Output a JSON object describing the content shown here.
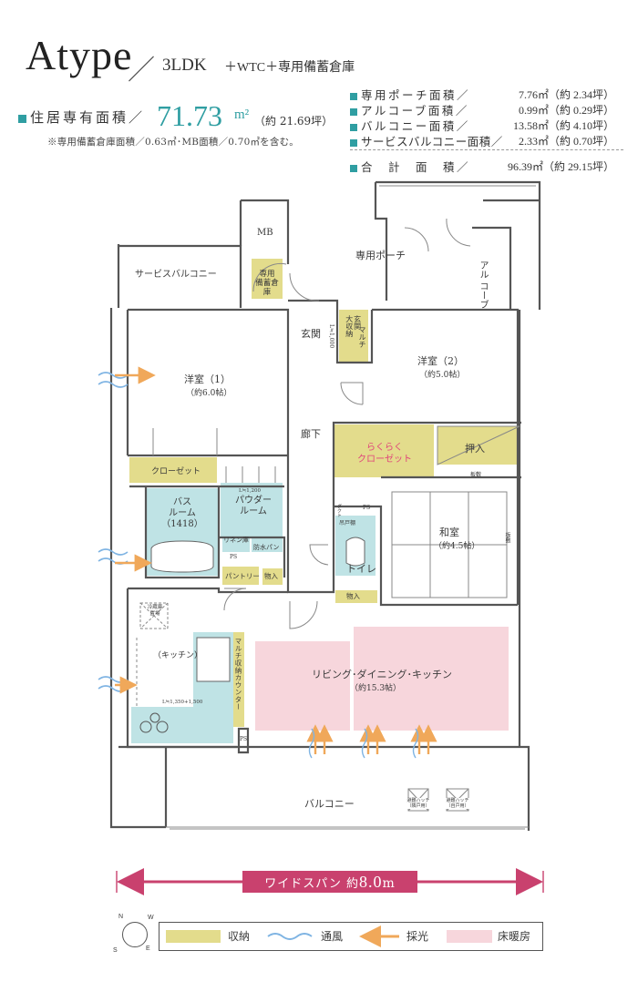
{
  "header": {
    "type_name": "Atype",
    "slash": "／",
    "plan": "3LDK",
    "plan_suffix": "＋WTC＋専用備蓄倉庫"
  },
  "main_area": {
    "label": "住居専有面積／",
    "value": "71.73",
    "unit": "m²",
    "tsubo": "（約 21.69坪）",
    "note": "※専用備蓄倉庫面積／0.63㎡･MB面積／0.70㎡を含む。"
  },
  "sub_areas": [
    {
      "label": "専用ポーチ面積／",
      "value": "7.76㎡（約 2.34坪）"
    },
    {
      "label": "アルコーブ面積／",
      "value": "0.99㎡（約 0.29坪）"
    },
    {
      "label": "バルコニー面積／",
      "value": "13.58㎡（約 4.10坪）"
    },
    {
      "label": "サービスバルコニー面積／",
      "value": "2.33㎡（約 0.70坪）"
    }
  ],
  "total_area": {
    "label": "合　計　面　積／",
    "value": "96.39㎡（約 29.15坪）"
  },
  "rooms": {
    "mb": "MB",
    "porch": "専用ポーチ",
    "alcove": "アル\nコーブ",
    "service_balcony": "サービスバルコニー",
    "storage": "専用\n備蓄倉庫",
    "genkan": "玄関",
    "genkan_storage": "玄関\n大収納",
    "multi": "マルチ",
    "genkan_dim": "L≒1,000",
    "western1": "洋室（1）",
    "western1_size": "（約6.0帖）",
    "western2": "洋室（2）",
    "western2_size": "（約5.0帖）",
    "hallway": "廊下",
    "closet": "クローゼット",
    "rakuraku": "らくらく\nクローゼット",
    "oshiire": "押入",
    "itadoko1": "板敷",
    "itadoko2": "板敷",
    "bath": "バス\nルーム\n（1418）",
    "powder": "パウダー\nルーム",
    "powder_dim": "L≒1,200",
    "linen": "リネン庫",
    "bouhan": "防水パン",
    "ps1": "PS",
    "ps2": "PS",
    "ps3": "PS",
    "pantry": "パントリー",
    "mono1": "物入",
    "mono2": "物入",
    "shoes": "吊戸棚",
    "toilet": "トイレ",
    "washitsu": "和室",
    "washitsu_size": "（約4.5帖）",
    "kitchen": "（キッチン）",
    "fridge": "冷蔵庫\n置場",
    "multi_counter": "マルチ収納カウンター",
    "kitchen_dim": "L≒1,350+1,500",
    "ldk": "リビング･ダイニング･キッチン",
    "ldk_size": "（約15.3帖）",
    "balcony": "バルコニー",
    "hatch1": "避難ハッチ\n（隣戸用）",
    "hatch2": "避難ハッチ\n（自戸用）",
    "dakko": "ダクト"
  },
  "span": {
    "label": "ワイドスパン 約",
    "value": "8.0",
    "unit": "m"
  },
  "legend": [
    {
      "label": "収納",
      "color": "#e3dc8c"
    },
    {
      "label": "通風",
      "color": "#7fb4e3"
    },
    {
      "label": "採光",
      "color": "#f0b36c"
    },
    {
      "label": "床暖房",
      "color": "#f7d6dc"
    }
  ],
  "compass": {
    "n": "N",
    "s": "S",
    "e": "E",
    "w": "W"
  }
}
